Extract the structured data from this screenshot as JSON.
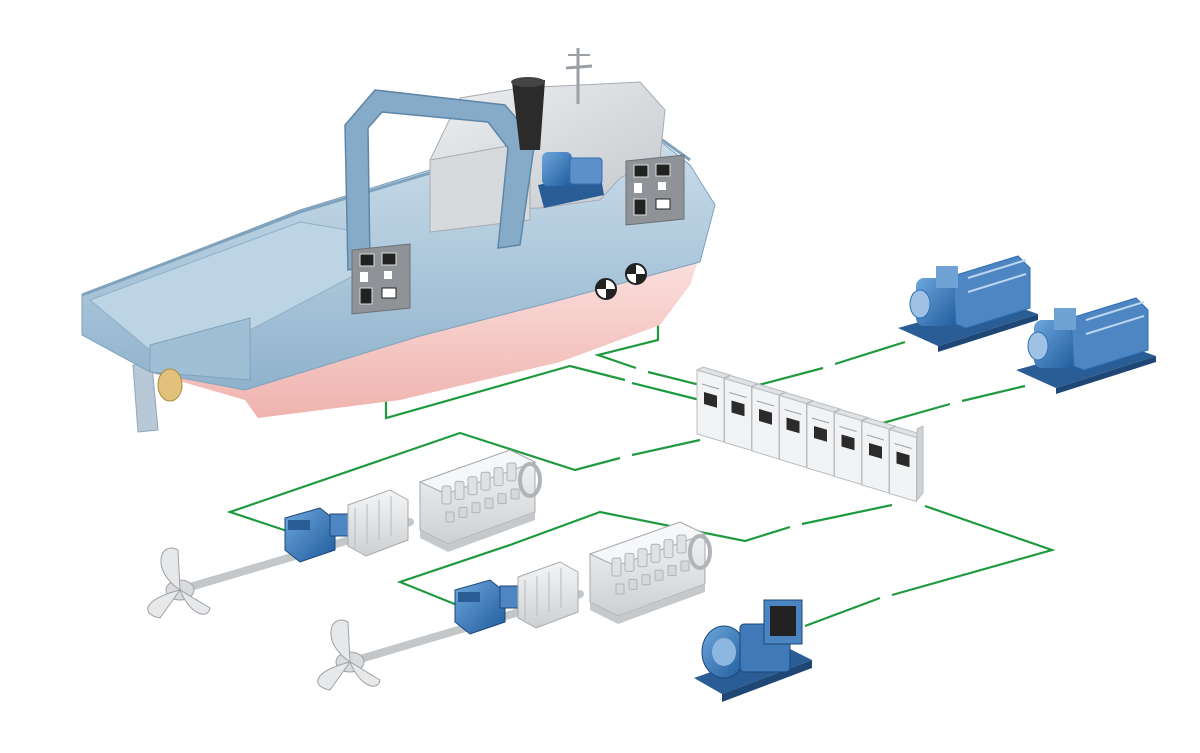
{
  "colors": {
    "background": "#ffffff",
    "wiring": "#1f9a3e",
    "hull_blue": "#9ec0d8",
    "hull_blue_dark": "#6f97b6",
    "hull_red": "#f3c3c0",
    "superstructure_gray": "#c9ccd0",
    "equipment_blue": "#2f6fb4",
    "equipment_gray": "#e2e4e6",
    "panel_gray": "#9a9da1"
  },
  "components": {
    "vessel": "tug-hull",
    "control_panels": [
      "bridge-control-panel-aft",
      "bridge-control-panel-fwd"
    ],
    "switchboard": "main-switchboard",
    "generator_sets": [
      "genset-1",
      "genset-2"
    ],
    "harbour_generator": "emergency-genset",
    "propulsion_lines": [
      "propulsion-line-port",
      "propulsion-line-starboard"
    ]
  },
  "icons": {
    "propeller": "propeller-icon",
    "electric_motor": "electric-motor-icon",
    "engine": "diesel-engine-icon",
    "generator": "generator-icon",
    "panel": "control-panel-icon",
    "switchboard": "switchboard-icon"
  }
}
